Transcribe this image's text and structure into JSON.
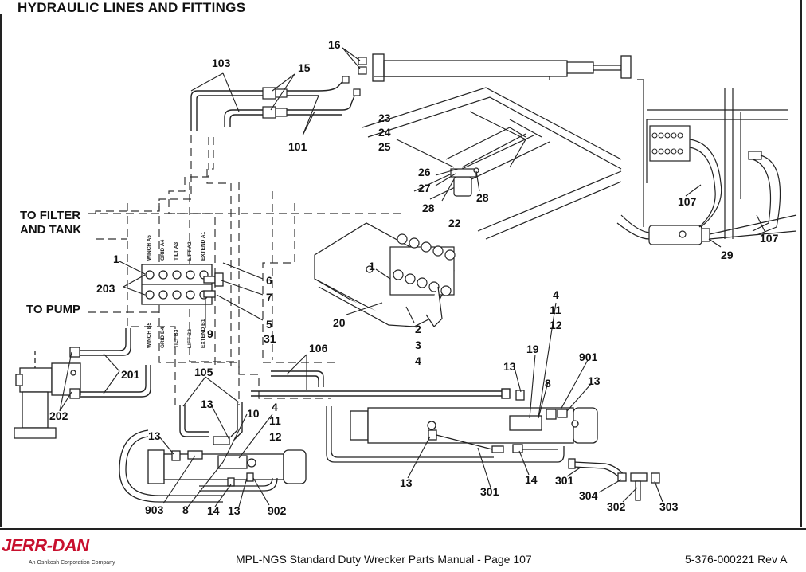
{
  "page": {
    "title": "HYDRAULIC LINES AND FITTINGS"
  },
  "labels": {
    "to_filter_1": "TO FILTER",
    "to_filter_2": "AND TANK",
    "to_pump": "TO PUMP"
  },
  "valve_ports_top": [
    "WINCH A5",
    "GRID A4",
    "TILT A3",
    "LIFT A2",
    "EXTEND A1"
  ],
  "valve_ports_bottom": [
    "WINCH B5",
    "GRID B4",
    "TILT B3",
    "LIFT B2",
    "EXTEND B1"
  ],
  "callouts": {
    "c16": "16",
    "c103": "103",
    "c15": "15",
    "c101": "101",
    "c23": "23",
    "c24": "24",
    "c25": "25",
    "c26": "26",
    "c27": "27",
    "c28a": "28",
    "c28b": "28",
    "c22": "22",
    "c107a": "107",
    "c107b": "107",
    "c29": "29",
    "c1a": "1",
    "c203": "203",
    "c6": "6",
    "c7": "7",
    "c5": "5",
    "c31": "31",
    "c9": "9",
    "c1b": "1",
    "c20": "20",
    "c2a": "2",
    "c3a": "3",
    "c4a": "4",
    "c4b": "4",
    "c11a": "11",
    "c12a": "12",
    "c106": "106",
    "c201": "201",
    "c202": "202",
    "c105": "105",
    "c19": "19",
    "c13a": "13",
    "c8a": "8",
    "c901": "901",
    "c13b": "13",
    "c13c": "13",
    "c10": "10",
    "c4c": "4",
    "c11b": "11",
    "c12b": "12",
    "c13d": "13",
    "c903": "903",
    "c8b": "8",
    "c14a": "14",
    "c13e": "13",
    "c902": "902",
    "c13f": "13",
    "c301a": "301",
    "c14b": "14",
    "c301b": "301",
    "c304": "304",
    "c302": "302",
    "c303": "303"
  },
  "footer": {
    "brand": "JERR-DAN",
    "brand_sub": "An Oshkosh Corporation Company",
    "manual": "MPL-NGS Standard Duty Wrecker Parts Manual  -  Page 107",
    "doc_number": "5-376-000221  Rev A"
  }
}
